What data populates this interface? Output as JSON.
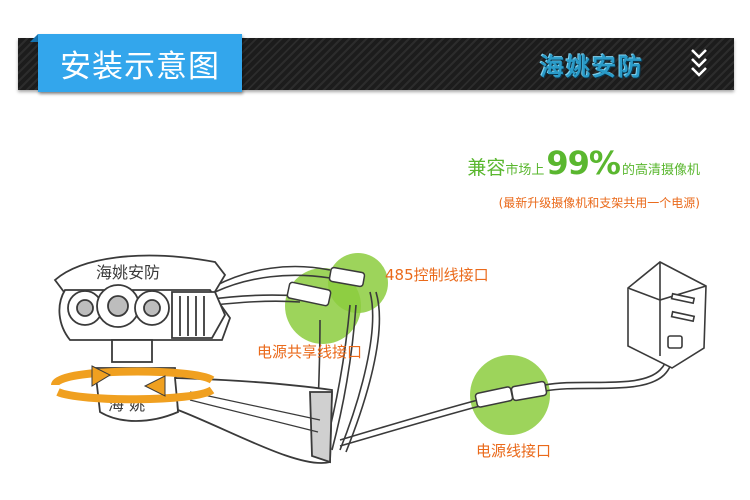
{
  "header": {
    "title": "安装示意图",
    "brand": "海姚安防"
  },
  "headline": {
    "part1": "兼容",
    "part2": "市场上",
    "number": "99%",
    "part3": "的高清摄像机",
    "subline": "(最新升级摄像机和支架共用一个电源)"
  },
  "labels": {
    "control": "485控制线接口",
    "power_share": "电源共享线接口",
    "power": "电源线接口"
  },
  "camera": {
    "brand_text": "海姚安防",
    "bracket_text": "海 姚"
  },
  "colors": {
    "banner_blue": "#33a6ec",
    "bubble_green": "#8ccc3e",
    "label_orange": "#ea6a1b",
    "headline_green": "#5ab72f",
    "rotation_orange": "#f0a020"
  },
  "icons": [
    "rotation-arrows-icon",
    "chevron-down-icon",
    "power-adapter-icon"
  ]
}
